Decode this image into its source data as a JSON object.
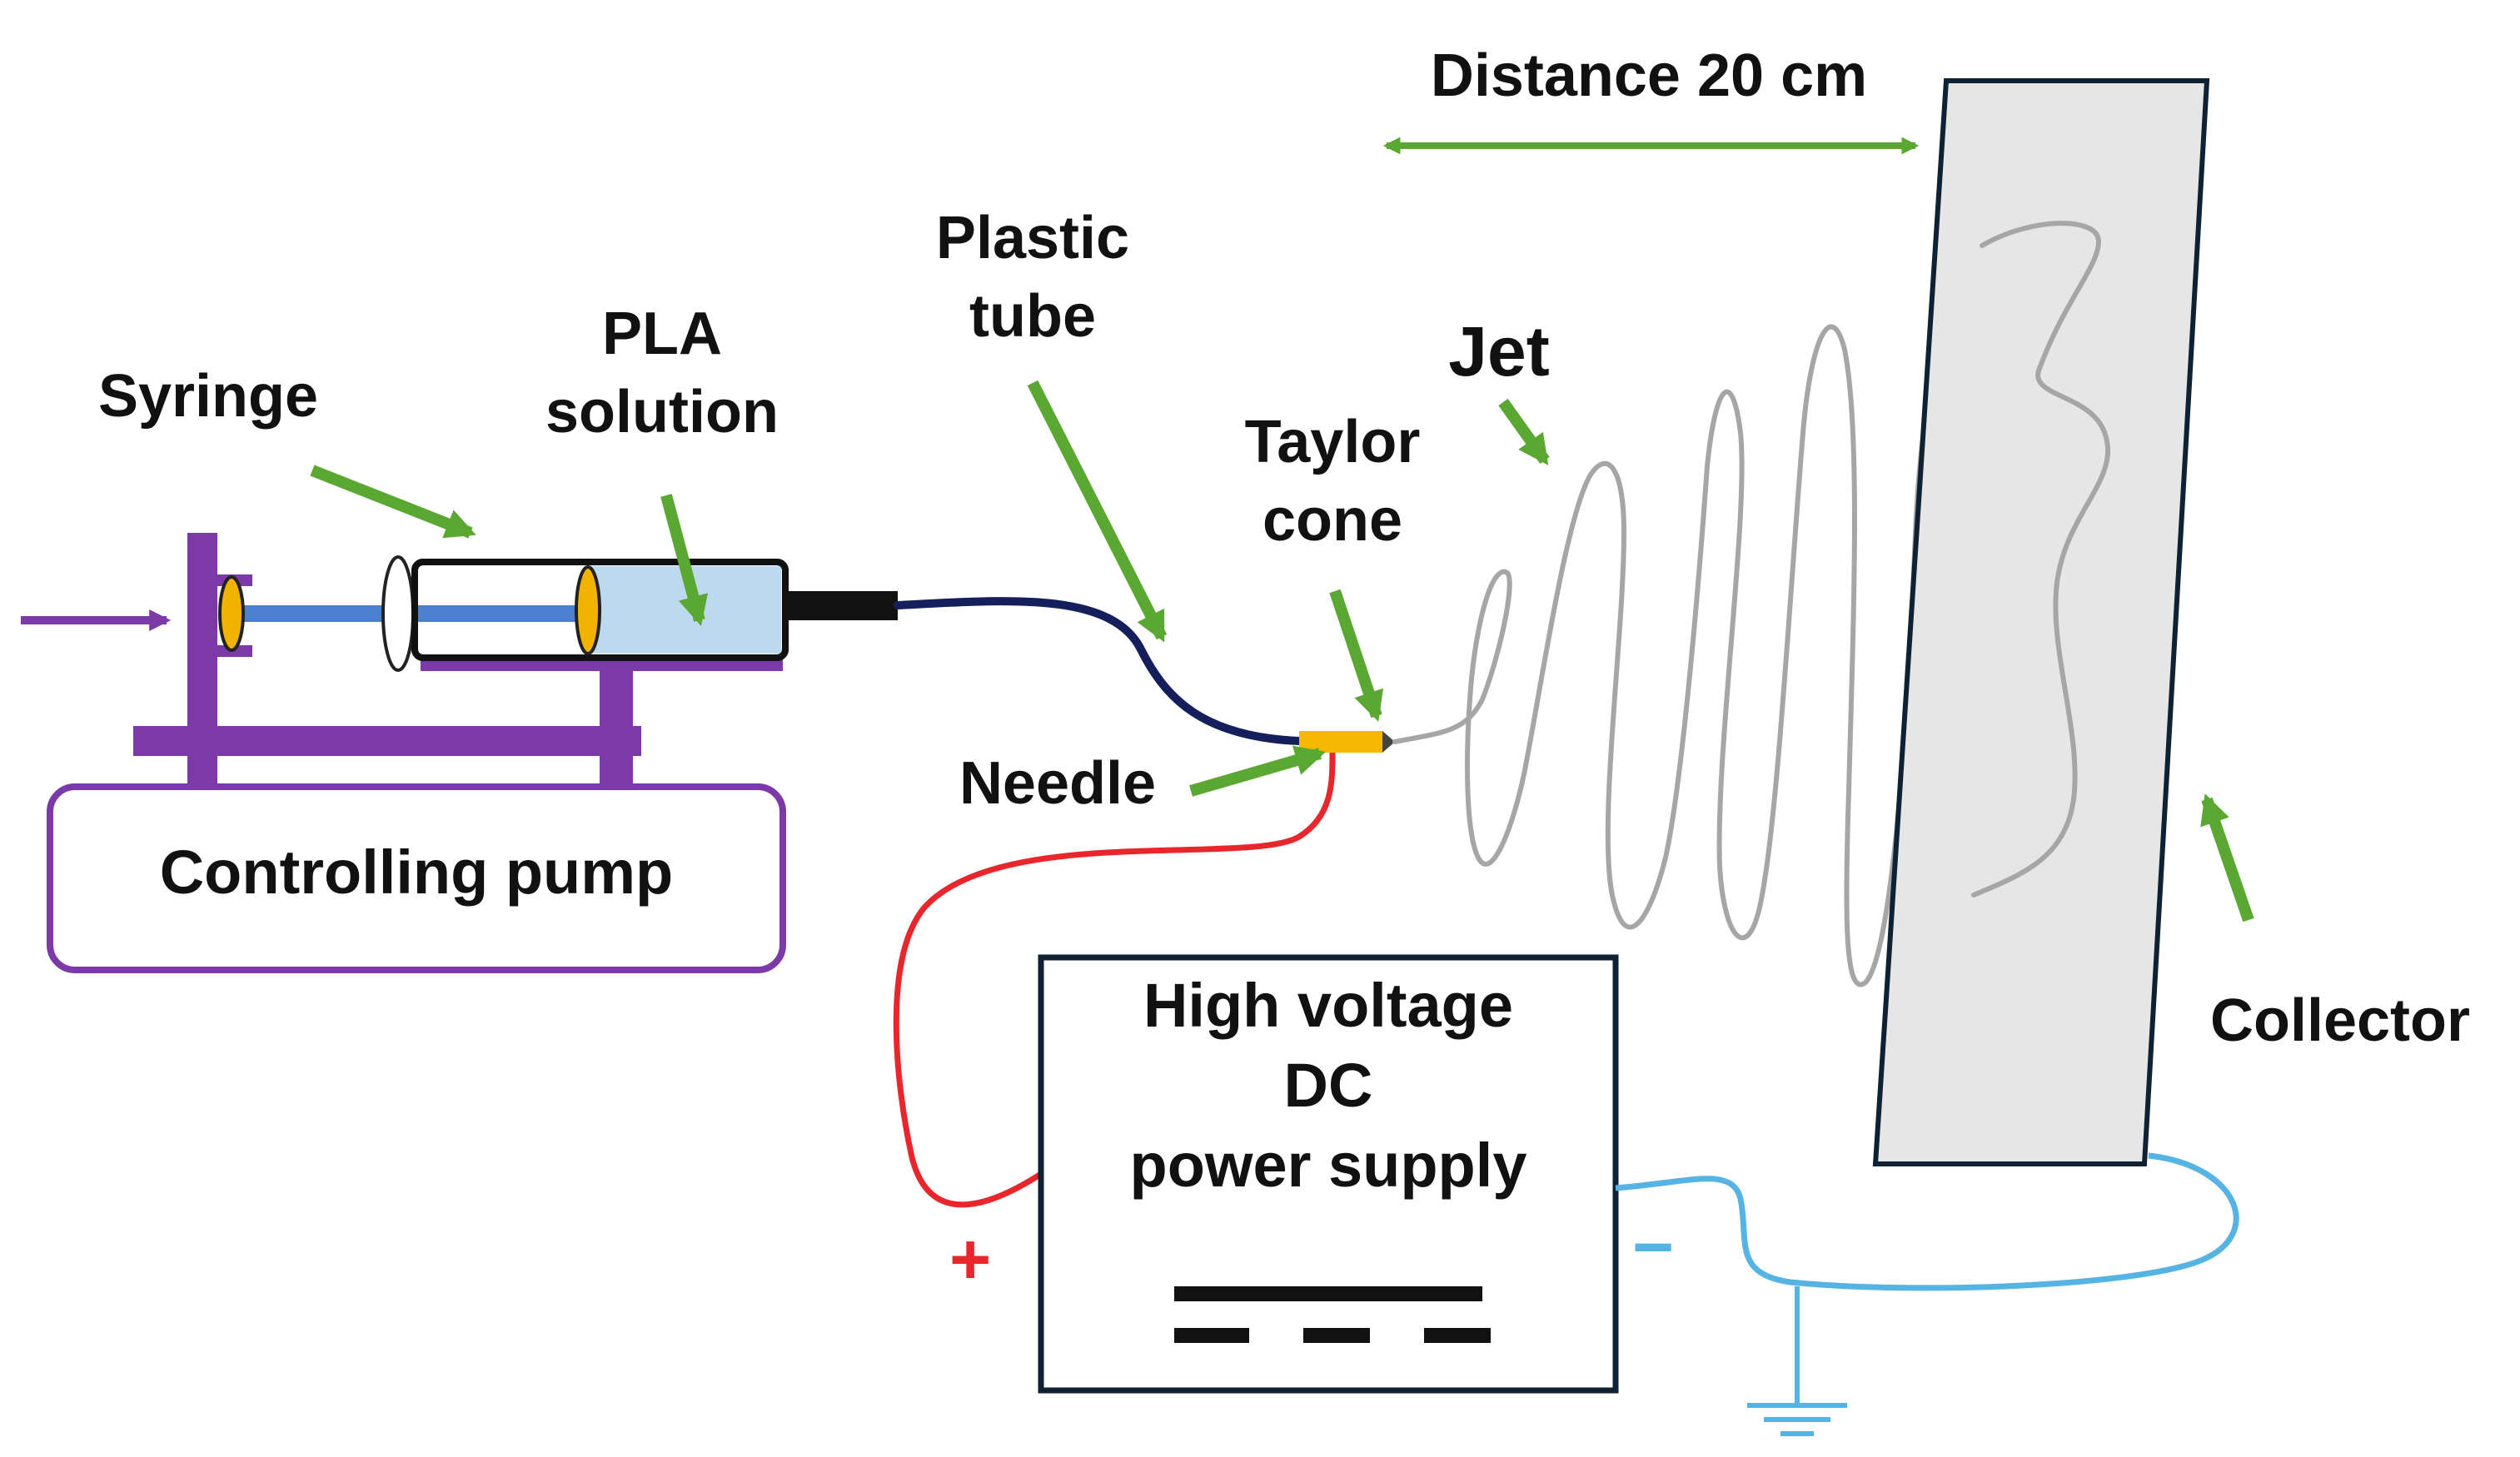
{
  "labels": {
    "syringe": "Syringe",
    "pla_solution": [
      "PLA",
      "solution"
    ],
    "plastic_tube": [
      "Plastic",
      "tube"
    ],
    "jet": "Jet",
    "taylor_cone": [
      "Taylor",
      "cone"
    ],
    "distance": "Distance 20 cm",
    "needle": "Needle",
    "controlling_pump": "Controlling pump",
    "power_supply": [
      "High voltage",
      "DC",
      "power supply"
    ],
    "collector": "Collector",
    "plus_sign": "+",
    "minus_sign": "−"
  },
  "colors": {
    "arrow_green": "#5aa832",
    "pump_purple": "#7b3aa8",
    "plunger_blue": "#4b7fd0",
    "solution_blue": "#bcd9ee",
    "seal_orange": "#f2b300",
    "needle_yellow": "#f5b800",
    "tube_navy": "#141f5c",
    "wire_red": "#e8262b",
    "wire_cyan": "#56b4e4",
    "jet_gray": "#a6a6a6",
    "collector_fill": "#e6e6e6",
    "box_border": "#0f2233",
    "text": "#111111"
  },
  "icons": [
    "input-arrow-icon",
    "ground-icon",
    "dc-battery-icon",
    "double-headed-arrow-icon",
    "pointer-arrow-icon"
  ]
}
